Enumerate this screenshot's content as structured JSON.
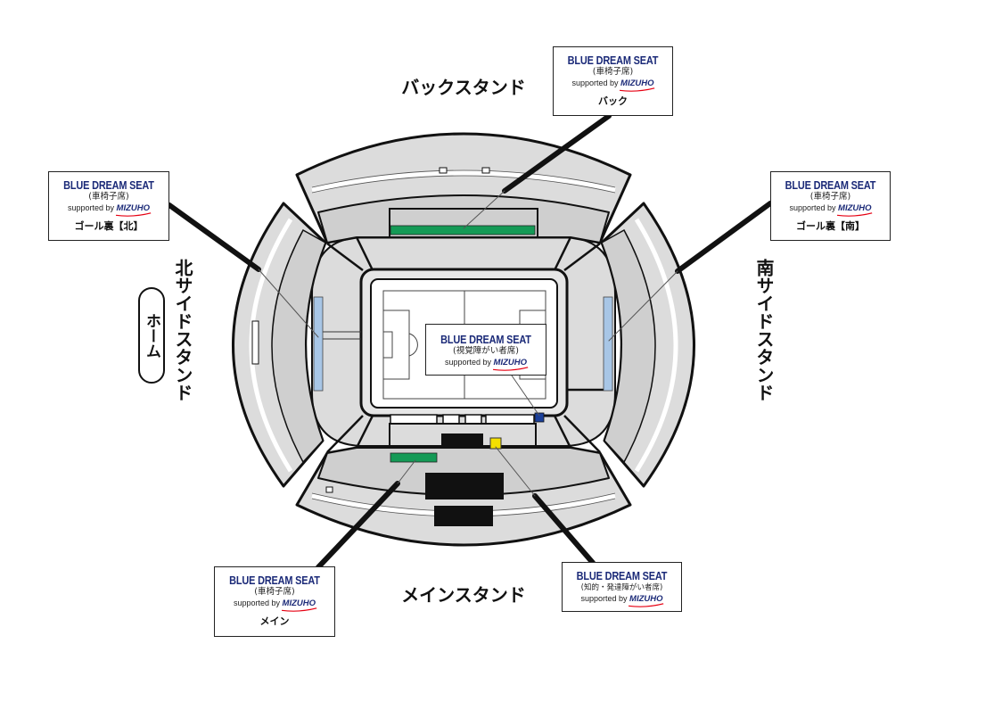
{
  "stand_labels": {
    "back": "バックスタンド",
    "main": "メインスタンド",
    "north": "北サイドスタンド",
    "south": "南サイドスタンド"
  },
  "home_badge": "ホーム",
  "seat_boxes": {
    "back": {
      "title": "BLUE DREAM SEAT",
      "category": "(車椅子席)",
      "supported_by": "supported by",
      "sponsor": "MIZUHO",
      "location": "バック"
    },
    "north": {
      "title": "BLUE DREAM SEAT",
      "category": "(車椅子席)",
      "supported_by": "supported by",
      "sponsor": "MIZUHO",
      "location": "ゴール裏【北】"
    },
    "south": {
      "title": "BLUE DREAM SEAT",
      "category": "(車椅子席)",
      "supported_by": "supported by",
      "sponsor": "MIZUHO",
      "location": "ゴール裏【南】"
    },
    "visual": {
      "title": "BLUE DREAM SEAT",
      "category": "(視覚障がい者席)",
      "supported_by": "supported by",
      "sponsor": "MIZUHO"
    },
    "main": {
      "title": "BLUE DREAM SEAT",
      "category": "(車椅子席)",
      "supported_by": "supported by",
      "sponsor": "MIZUHO",
      "location": "メイン"
    },
    "developmental": {
      "title": "BLUE DREAM SEAT",
      "category": "(知的・発達障がい者席)",
      "supported_by": "supported by",
      "sponsor": "MIZUHO"
    }
  },
  "colors": {
    "brand_navy": "#1b2a78",
    "sponsor_red": "#e60012",
    "wheelchair_seat_green": "#149a56",
    "side_seat_light_blue": "#a8c6e6",
    "visual_seat_blue": "#1a3f9a",
    "developmental_seat_yellow": "#f4e000",
    "stand_gray": "#dcdcdc",
    "tier_gray": "#cfcfcf"
  }
}
